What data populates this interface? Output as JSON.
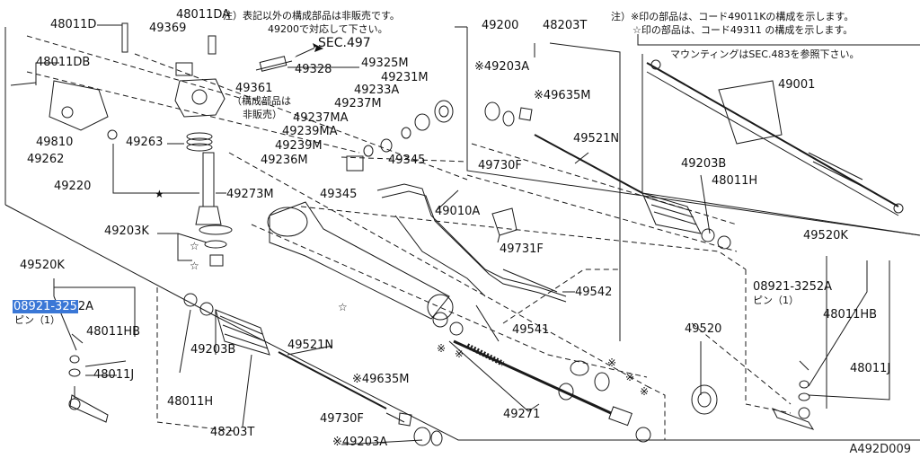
{
  "notes": {
    "top_left_1": "注）表記以外の構成部品は非販売です。",
    "top_left_2": "49200で対応して下さい。",
    "top_right_1": "注）※印の部品は、コード49011Kの構成を示します。",
    "top_right_2": "☆印の部品は、コード49311 の構成を示します。",
    "mounting": "マウンティングはSEC.483を参照下さい。",
    "not_for_sale_1": "（構成部品は",
    "not_for_sale_2": "非販売）",
    "pin_left": "ピン（1）",
    "pin_right": "ピン（1）"
  },
  "sec_ref": "SEC.497",
  "diagram_code": "A492D009",
  "colors": {
    "line": "#1a1a1a",
    "highlight": "#3a77d6"
  },
  "labels": {
    "l48011D": "48011D",
    "l48011DA": "48011DA",
    "l49369": "49369",
    "l48011DB": "48011DB",
    "l49325M": "49325M",
    "l49328": "49328",
    "l49361": "49361",
    "l49810": "49810",
    "l49262": "49262",
    "l49263": "49263",
    "l49220": "49220",
    "l49231M": "49231M",
    "l49233A": "49233A",
    "l49237M": "49237M",
    "l49237MA": "49237MA",
    "l49239MA": "49239MA",
    "l49239M": "49239M",
    "l49236M": "49236M",
    "l49345a": "49345",
    "l49345b": "49345",
    "l49273M": "49273M",
    "l49010A": "49010A",
    "l49731F": "49731F",
    "l49203K": "49203K",
    "l49200": "49200",
    "l48203T_top": "48203T",
    "l49203A_top": "※49203A",
    "l49635M_top": "※49635M",
    "l49730F_top": "49730F",
    "l49521N_top": "49521N",
    "l49203B_right": "49203B",
    "l48011H_right": "48011H",
    "l49001": "49001",
    "l49520K_right": "49520K",
    "l08921_right": "08921-3252A",
    "l48011HB_right": "48011HB",
    "l48011J_right": "48011J",
    "l49542": "49542",
    "l49541": "49541",
    "l49520": "49520",
    "l49271": "49271",
    "l49520K_left": "49520K",
    "l08921_left_hl": "08921-325",
    "l08921_left_rest": "2A",
    "l48011HB_left": "48011HB",
    "l48011J_left": "48011J",
    "l48011H_left": "48011H",
    "l49203B_left": "49203B",
    "l49521N_bottom": "49521N",
    "l49635M_bottom": "※49635M",
    "l49730F_bottom": "49730F",
    "l48203T_bottom": "48203T",
    "l49203A_bottom": "※49203A"
  }
}
